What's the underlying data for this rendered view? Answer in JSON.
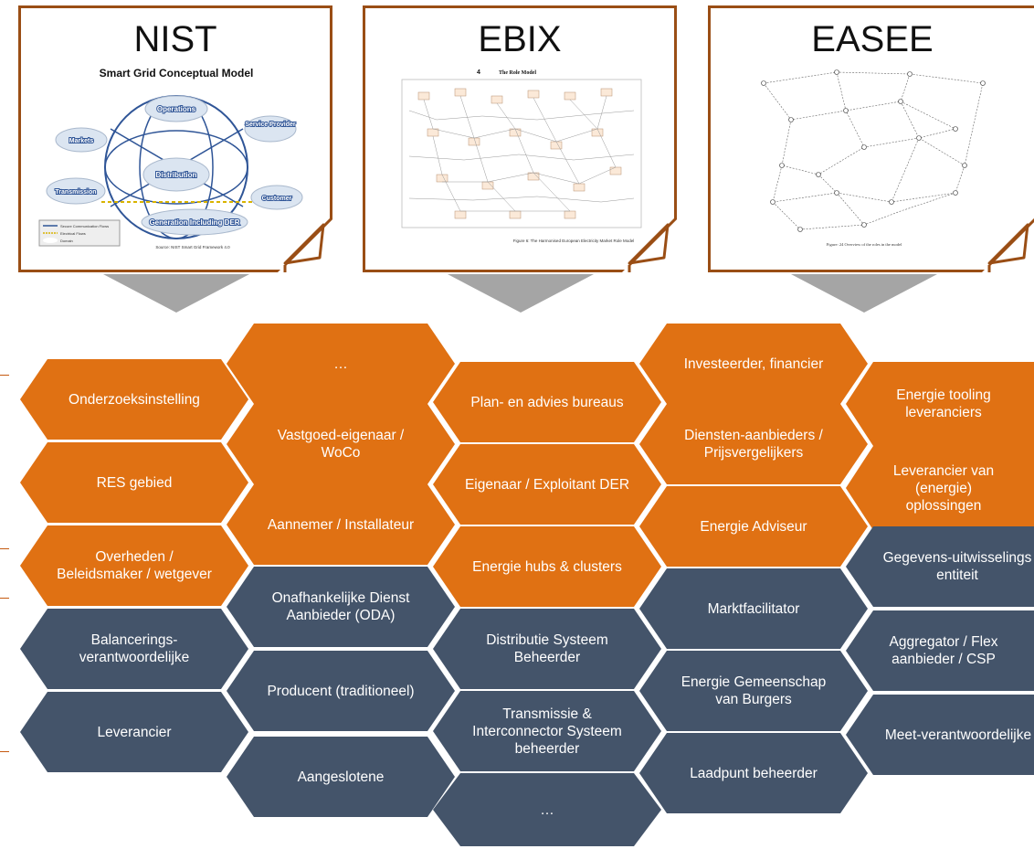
{
  "cards": {
    "nist": {
      "title": "NIST",
      "thumb_title": "Smart Grid Conceptual Model",
      "labels": [
        "Operations",
        "Service Provider",
        "Markets",
        "Distribution",
        "Transmission",
        "Customer",
        "Generation Including DER"
      ],
      "legend": [
        "Secure Communication Flows",
        "Electrical Flows",
        "Domain"
      ],
      "source": "Source: NIST Smart Grid Framework 4.0"
    },
    "ebix": {
      "title": "EBIX",
      "thumb_header_num": "4",
      "thumb_header": "The Role Model",
      "caption": "Figure 6: The Harmonised European Electricity Market Role Model"
    },
    "easee": {
      "title": "EASEE",
      "caption": "Figure: 24 Overview of the roles in the model"
    }
  },
  "hexagons": {
    "c1": [
      "Onderzoeksinstelling",
      "RES gebied",
      "Overheden / Beleidsmaker / wetgever",
      "Balancerings-verantwoordelijke",
      "Leverancier"
    ],
    "c2": [
      "…",
      "Vastgoed-eigenaar / WoCo",
      "Aannemer / Installateur",
      "Onafhankelijke Dienst Aanbieder  (ODA)",
      "Producent (traditioneel)",
      "Aangeslotene"
    ],
    "c3": [
      "Plan- en advies bureaus",
      "Eigenaar / Exploitant DER",
      "Energie hubs & clusters",
      "Distributie Systeem Beheerder",
      "Transmissie & Interconnector Systeem beheerder",
      "…"
    ],
    "c4": [
      "Investeerder, financier",
      "Diensten-aanbieders / Prijsvergelijkers",
      "Energie Adviseur",
      "Marktfacilitator",
      "Energie Gemeenschap van Burgers",
      "Laadpunt beheerder"
    ],
    "c5": [
      "Energie tooling leveranciers",
      "Leverancier van (energie) oplossingen",
      "Gegevens-uitwisselings entiteit",
      "Aggregator / Flex aanbieder / CSP",
      "Meet-verantwoordelijke"
    ]
  },
  "colors": {
    "orange": "#e07113",
    "slate": "#44546a",
    "frame": "#9a4e15",
    "arrow": "#a5a5a5"
  }
}
